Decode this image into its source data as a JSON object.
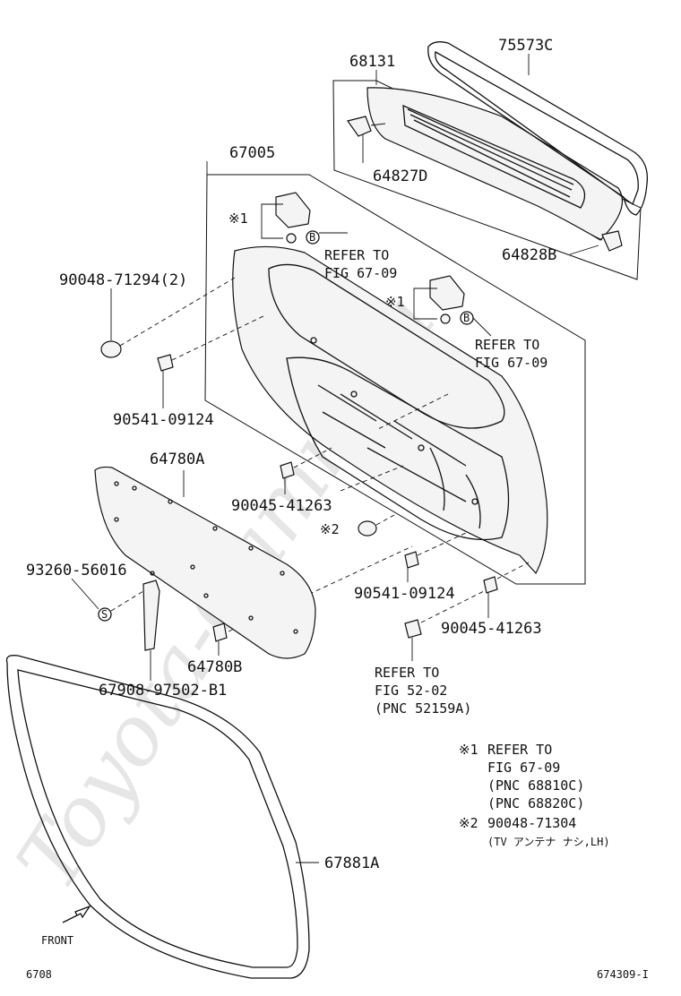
{
  "watermark": "Toyota-Camry.ru",
  "labels": {
    "p75573c": "75573C",
    "p68131": "68131",
    "p64827d": "64827D",
    "p64828b": "64828B",
    "p67005": "67005",
    "p90048_71294": "90048-71294(2)",
    "p90541_09124_a": "90541-09124",
    "p64780a": "64780A",
    "p90045_41263_a": "90045-41263",
    "p93260_56016": "93260-56016",
    "p67908": "67908-97502-B1",
    "p64780b": "64780B",
    "p90541_09124_b": "90541-09124",
    "p90045_41263_b": "90045-41263",
    "p67881a": "67881A"
  },
  "refs": {
    "ref1_line1": "REFER TO",
    "ref1_line2": "FIG 67-09",
    "ref2_line1": "REFER TO",
    "ref2_line2": "FIG 67-09",
    "ref3_line1": "REFER TO",
    "ref3_line2": "FIG 52-02",
    "ref3_line3": "(PNC 52159A)"
  },
  "markers": {
    "note1_a": "※1",
    "note1_b": "※1",
    "note2": "※2",
    "circle_b_a": "B",
    "circle_b_b": "B",
    "circle_s": "S"
  },
  "notes": {
    "n1_mark": "※1",
    "n1_line1": "REFER TO",
    "n1_line2": "FIG 67-09",
    "n1_line3": "(PNC 68810C)",
    "n1_line4": "(PNC 68820C)",
    "n2_mark": "※2",
    "n2_line1": "90048-71304",
    "n2_line2": "(TV アンテナ ナシ,LH)"
  },
  "footer": {
    "front": "FRONT",
    "left_code": "6708",
    "right_code": "674309-I"
  }
}
